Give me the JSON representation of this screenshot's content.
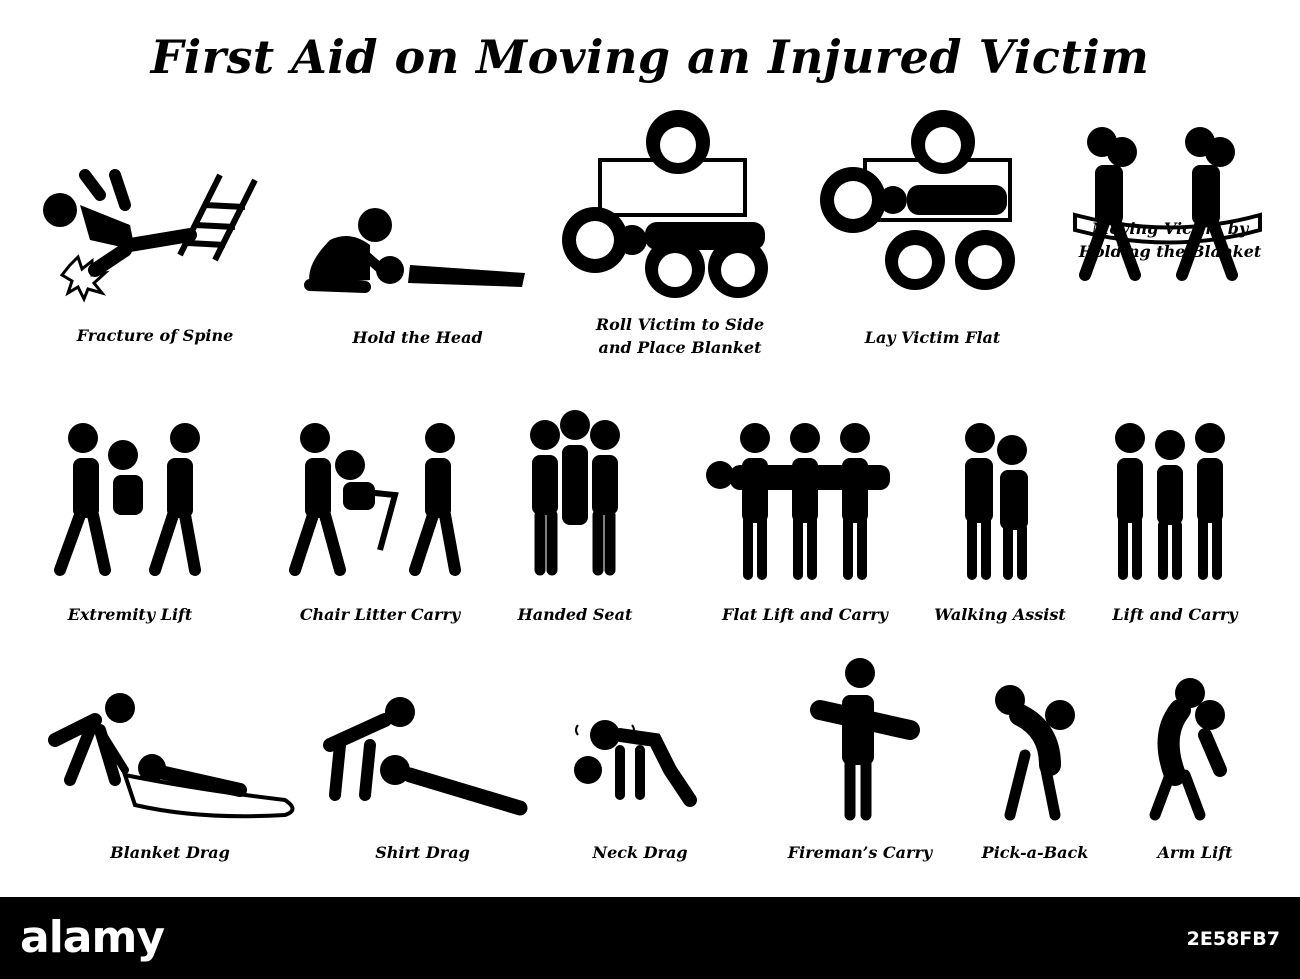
{
  "title": "First Aid on Moving an Injured Victim",
  "colors": {
    "figure": "#000000",
    "background": "#ffffff",
    "footer": "#000000"
  },
  "panels": [
    {
      "id": "fracture-of-spine",
      "label": "Fracture of Spine"
    },
    {
      "id": "hold-the-head",
      "label": "Hold the Head"
    },
    {
      "id": "roll-victim",
      "label_lines": [
        "Roll Victim to Side",
        "and Place Blanket"
      ]
    },
    {
      "id": "lay-victim-flat",
      "label": "Lay Victim Flat"
    },
    {
      "id": "moving-victim-blanket",
      "label_lines": [
        "Moving Victim by",
        "Holding the Blanket"
      ]
    },
    {
      "id": "extremity-lift",
      "label": "Extremity Lift"
    },
    {
      "id": "chair-litter-carry",
      "label": "Chair Litter Carry"
    },
    {
      "id": "handed-seat",
      "label": "Handed Seat"
    },
    {
      "id": "flat-lift-and-carry",
      "label": "Flat Lift and Carry"
    },
    {
      "id": "walking-assist",
      "label": "Walking Assist"
    },
    {
      "id": "lift-and-carry",
      "label": "Lift and Carry"
    },
    {
      "id": "blanket-drag",
      "label": "Blanket Drag"
    },
    {
      "id": "shirt-drag",
      "label": "Shirt Drag"
    },
    {
      "id": "neck-drag",
      "label": "Neck Drag"
    },
    {
      "id": "firemans-carry",
      "label": "Fireman’s Carry"
    },
    {
      "id": "pick-a-back",
      "label": "Pick-a-Back"
    },
    {
      "id": "arm-lift",
      "label": "Arm Lift"
    }
  ],
  "footer": {
    "brand": "alamy",
    "image_id": "2E58FB7"
  }
}
